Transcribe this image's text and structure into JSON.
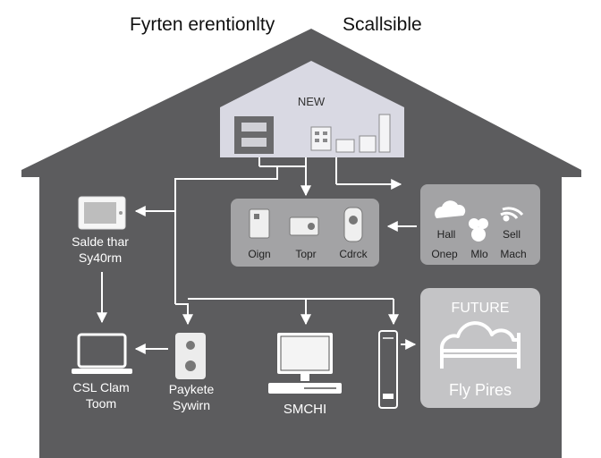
{
  "header": {
    "left_title": "Fyrten erentionlty",
    "right_title": "Scallsible"
  },
  "attic": {
    "label": "NEW"
  },
  "sensors_panel": {
    "items": [
      {
        "label": "Oign",
        "icon": "sensor-card-icon"
      },
      {
        "label": "Topr",
        "icon": "plug-module-icon"
      },
      {
        "label": "Cdrck",
        "icon": "remote-control-icon"
      }
    ]
  },
  "cloud_panel": {
    "labels_top": [
      "Hall",
      "Sell"
    ],
    "labels_bottom": [
      "Onep",
      "Mlo",
      "Mach"
    ],
    "icons": [
      "cloud-icon",
      "group-icon",
      "wifi-icon"
    ]
  },
  "future_panel": {
    "title": "FUTURE",
    "caption": "Fly Pires",
    "icon": "cloud-bed-icon"
  },
  "left_device": {
    "label_line1": "Salde thar",
    "label_line2": "Sy40rm",
    "icon": "tablet-icon"
  },
  "laptop": {
    "label_line1": "CSL Clam",
    "label_line2": "Toom",
    "icon": "laptop-icon"
  },
  "speaker": {
    "label_line1": "Paykete",
    "label_line2": "Sywirn",
    "icon": "speaker-icon"
  },
  "computer": {
    "label": "SMCHI",
    "icon": "desktop-computer-icon"
  },
  "tower": {
    "icon": "tower-device-icon"
  },
  "colors": {
    "house": "#5c5c5e",
    "attic": "#d9d9e3",
    "panel": "#a3a3a5",
    "panel_light": "#c4c4c6",
    "line": "#ffffff",
    "text_dark": "#222222",
    "text_light": "#ffffff"
  }
}
